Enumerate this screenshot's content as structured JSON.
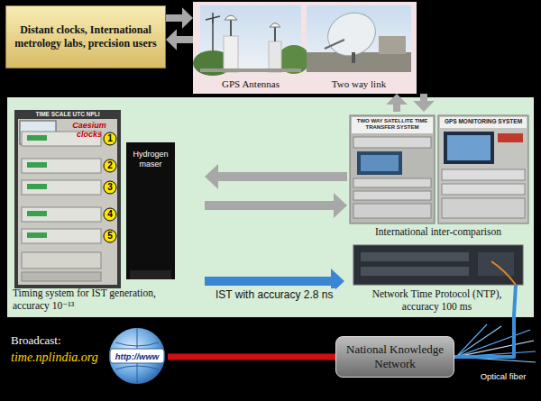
{
  "diagram": {
    "nodes": [
      {
        "text": [
          "Distant clocks, International metrology labs, precision users"
        ]
      },
      {
        "text": [
          "GPS Antennas",
          "Two way link"
        ]
      },
      {
        "text": [
          "Timing system for IST generation, accuracy 10⁻¹³"
        ]
      },
      {
        "text": [
          "International inter-comparison"
        ]
      },
      {
        "text": [
          "Network Time Protocol (NTP), accuracy 100 ms"
        ]
      },
      {
        "text": [
          "http://www"
        ]
      },
      {
        "text": [
          "National Knowledge Network"
        ]
      }
    ],
    "edges": [
      {
        "from": 0,
        "to": 1,
        "arrow": "to"
      },
      {
        "from": 1,
        "to": 0,
        "arrow": "to"
      },
      {
        "from": 3,
        "to": 1,
        "arrow": "to"
      },
      {
        "from": 1,
        "to": 3,
        "arrow": "to"
      },
      {
        "from": 3,
        "to": 2,
        "arrow": "to"
      },
      {
        "from": 2,
        "to": 3,
        "arrow": "to"
      },
      {
        "from": 2,
        "to": 4,
        "label": "IST with accuracy 2.8 ns",
        "arrow": "to"
      },
      {
        "from": 4,
        "to": 6,
        "arrow": "none"
      },
      {
        "from": 5,
        "to": 6,
        "arrow": "none"
      }
    ],
    "labels": [
      "TIME SCALE UTC NPLI",
      "Caesium clocks",
      "1",
      "2",
      "3",
      "4",
      "5",
      "Hydrogen maser",
      "TWO WAY SATELLITE TIME TRANSFER SYSTEM",
      "GPS MONITORING SYSTEM",
      "Broadcast:",
      "time.nplindia.org",
      "Optical fiber"
    ]
  }
}
